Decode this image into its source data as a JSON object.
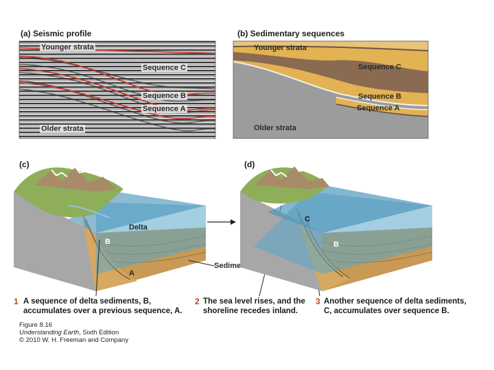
{
  "panels": {
    "a": {
      "tag": "(a)",
      "title": "Seismic profile",
      "labels": [
        "Younger strata",
        "Sequence C",
        "Sequence B",
        "Sequence A",
        "Older strata"
      ]
    },
    "b": {
      "tag": "(b)",
      "title": "Sedimentary sequences",
      "labels": [
        "Younger strata",
        "Sequence C",
        "Sequence B",
        "Sequence A",
        "Older strata"
      ]
    },
    "c": {
      "tag": "(c)",
      "labels": {
        "delta": "Delta",
        "b": "B",
        "a": "A",
        "sediment": "Sediment"
      }
    },
    "d": {
      "tag": "(d)",
      "labels": {
        "c": "C",
        "b": "B"
      }
    }
  },
  "steps": [
    {
      "num": "1",
      "line1": "A sequence of delta sediments, B,",
      "line2": "accumulates over a previous sequence, A."
    },
    {
      "num": "2",
      "line1": "The sea level rises, and the",
      "line2": "shoreline recedes inland."
    },
    {
      "num": "3",
      "line1": "Another sequence of delta sediments,",
      "line2": "C, accumulates over sequence B."
    }
  ],
  "figure": {
    "number": "Figure 8.16",
    "book": "Understanding Earth",
    "edition": ", Sixth Edition",
    "copyright": "© 2010 W. H. Freeman and Company"
  },
  "colors": {
    "accent": "#d23a1e",
    "sandstone": "#e2b253",
    "mudstone": "#8a6a50",
    "water": "#5aa6c8",
    "rock": "#9a9a9a"
  }
}
